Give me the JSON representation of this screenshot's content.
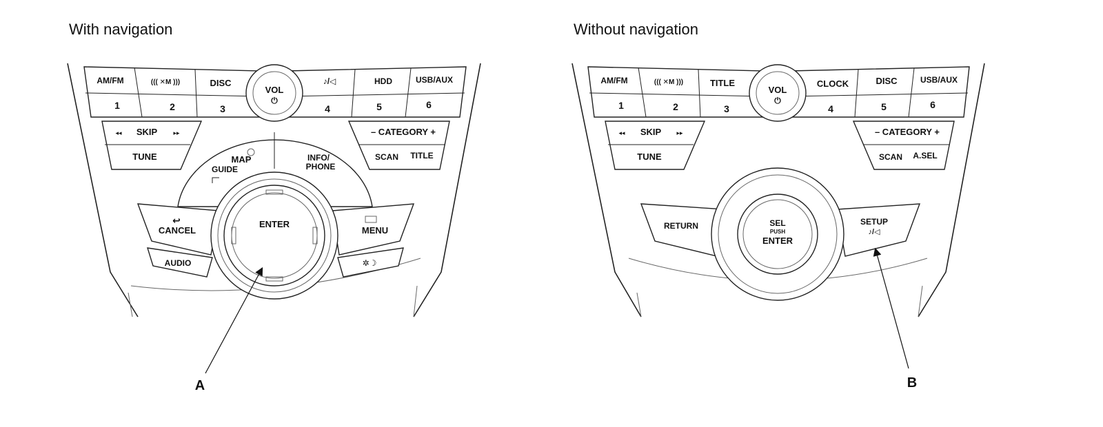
{
  "captions": {
    "left": "With navigation",
    "right": "Without navigation"
  },
  "callouts": {
    "a": "A",
    "b": "B"
  },
  "left_panel": {
    "top_row": [
      "AM/FM",
      "((( ✕M )))",
      "DISC",
      "♪/◁",
      "HDD",
      "USB/AUX"
    ],
    "presets": [
      "1",
      "2",
      "3",
      "4",
      "5",
      "6"
    ],
    "vol": "VOL",
    "power_symbol": "⏻",
    "skip": "SKIP",
    "tune": "TUNE",
    "category": "– CATEGORY +",
    "scan": "SCAN",
    "title": "TITLE",
    "map": "MAP",
    "guide": "GUIDE",
    "info_phone_1": "INFO/",
    "info_phone_2": "PHONE",
    "cancel": "CANCEL",
    "menu": "MENU",
    "enter": "ENTER",
    "audio": "AUDIO",
    "day_night": "✲☽"
  },
  "right_panel": {
    "top_row": [
      "AM/FM",
      "((( ✕M )))",
      "TITLE",
      "CLOCK",
      "DISC",
      "USB/AUX"
    ],
    "presets": [
      "1",
      "2",
      "3",
      "4",
      "5",
      "6"
    ],
    "vol": "VOL",
    "power_symbol": "⏻",
    "skip": "SKIP",
    "tune": "TUNE",
    "category": "– CATEGORY +",
    "scan": "SCAN",
    "asel": "A.SEL",
    "return": "RETURN",
    "sel": "SEL",
    "push": "PUSH",
    "enter": "ENTER",
    "setup": "SETUP",
    "setup_symbol": "♪/◁"
  }
}
